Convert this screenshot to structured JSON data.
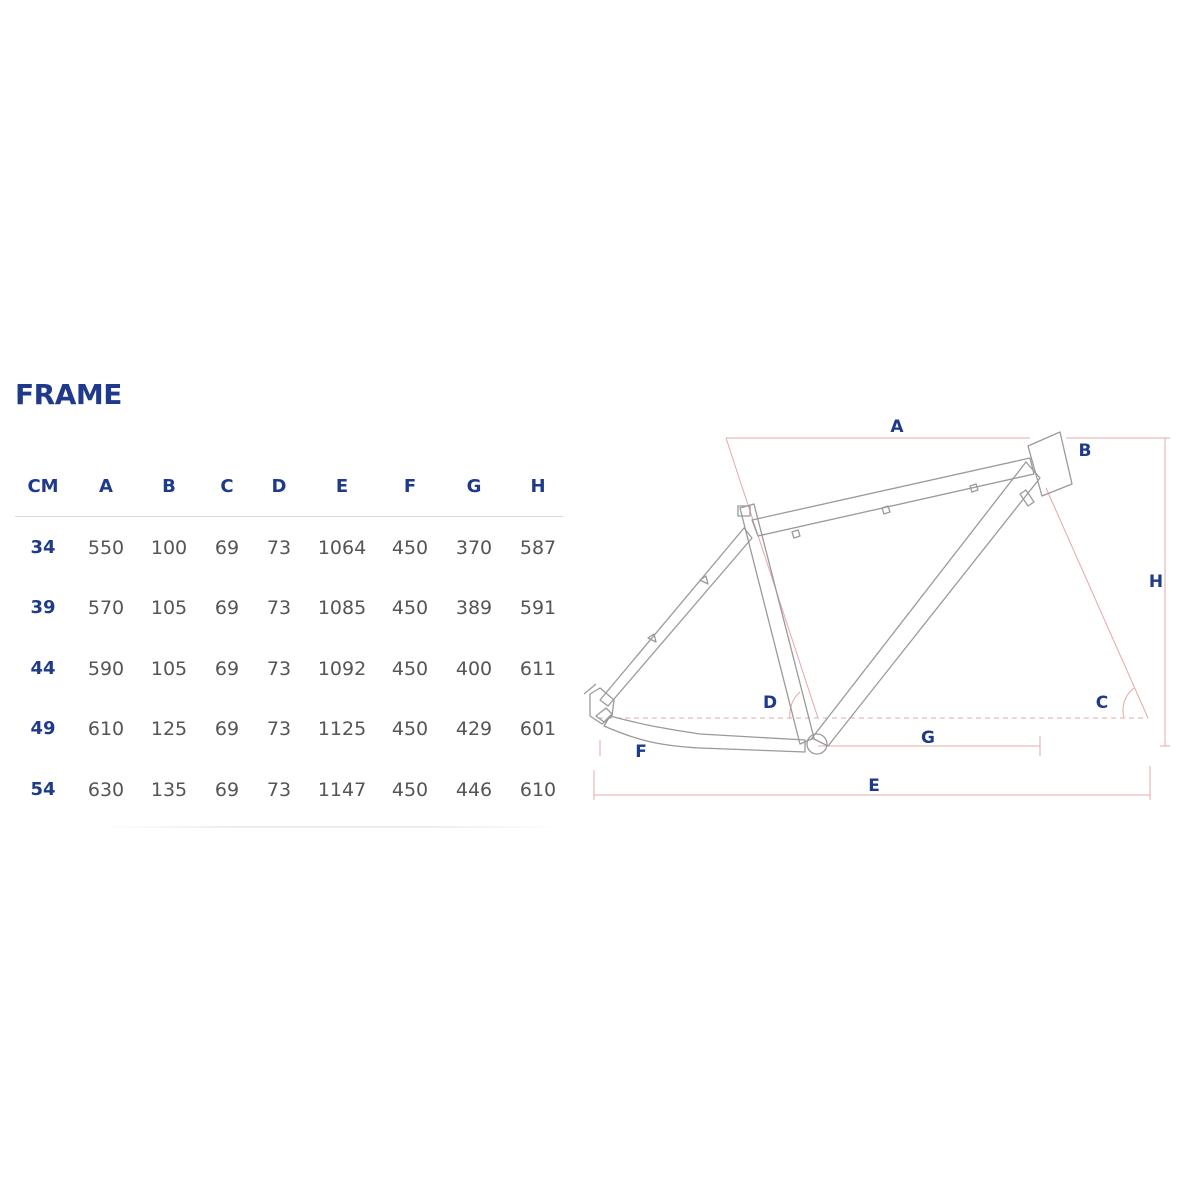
{
  "title": "FRAME",
  "table": {
    "headers": [
      "CM",
      "A",
      "B",
      "C",
      "D",
      "E",
      "F",
      "G",
      "H"
    ],
    "rows": [
      [
        "34",
        "550",
        "100",
        "69",
        "73",
        "1064",
        "450",
        "370",
        "587"
      ],
      [
        "39",
        "570",
        "105",
        "69",
        "73",
        "1085",
        "450",
        "389",
        "591"
      ],
      [
        "44",
        "590",
        "105",
        "69",
        "73",
        "1092",
        "450",
        "400",
        "611"
      ],
      [
        "49",
        "610",
        "125",
        "69",
        "73",
        "1125",
        "450",
        "429",
        "601"
      ],
      [
        "54",
        "630",
        "135",
        "69",
        "73",
        "1147",
        "450",
        "446",
        "610"
      ]
    ]
  },
  "diagram": {
    "labels": {
      "A": "A",
      "B": "B",
      "C": "C",
      "D": "D",
      "E": "E",
      "F": "F",
      "G": "G",
      "H": "H"
    }
  },
  "colors": {
    "accent": "#1f3a8a",
    "value_text": "#555555",
    "frame_outline": "#9a9a9a",
    "dimension_lines": "#e3a8a8"
  }
}
